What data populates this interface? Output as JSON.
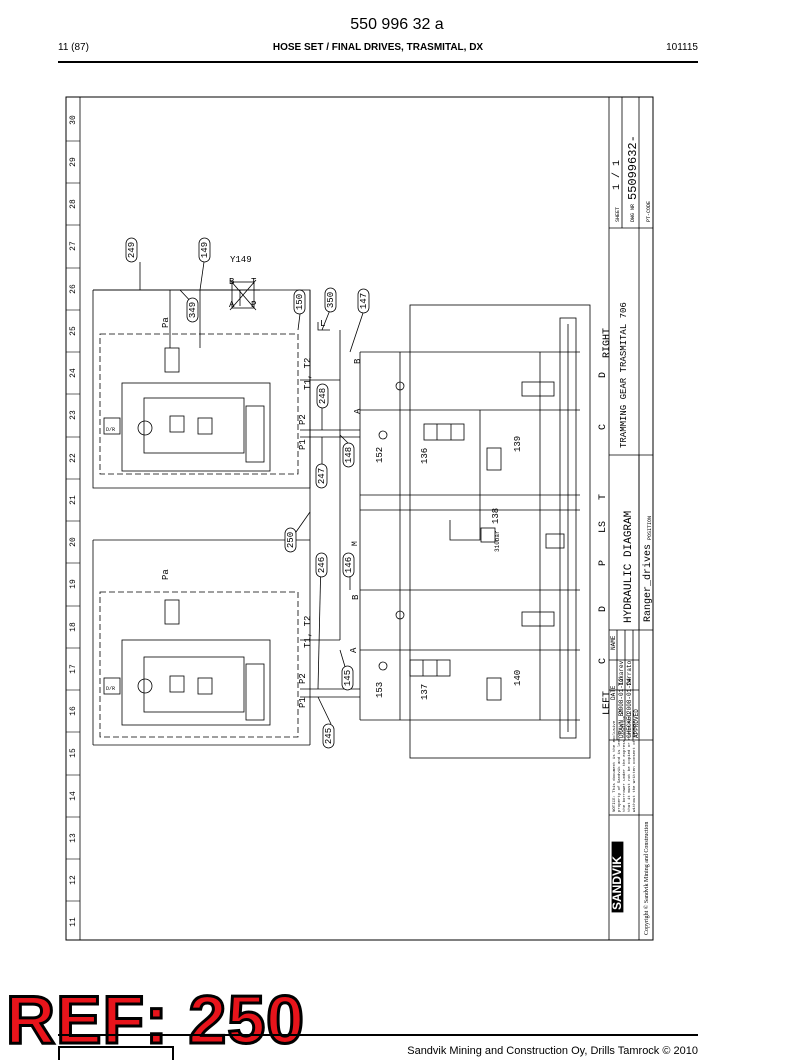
{
  "header": {
    "doc_number": "550 996 32 a",
    "page": "11 (87)",
    "title": "HOSE SET / FINAL DRIVES, TRASMITAL, DX",
    "date_code": "101115"
  },
  "drawing": {
    "grid_numbers": [
      "11",
      "12",
      "13",
      "14",
      "15",
      "16",
      "17",
      "18",
      "19",
      "20",
      "21",
      "22",
      "23",
      "24",
      "25",
      "26",
      "27",
      "28",
      "29",
      "30"
    ],
    "callouts": [
      "249",
      "149",
      "349",
      "150",
      "350",
      "147",
      "248",
      "247",
      "148",
      "250",
      "246",
      "146",
      "145",
      "245"
    ],
    "valve_label": "Y149",
    "port_labels": {
      "b": "B",
      "t": "T",
      "a": "A",
      "p": "P",
      "pa": "Pa",
      "pb": "Pa",
      "t1t2_top": "T1, T2",
      "t1t2_bottom": "T1, T2",
      "p1_top": "P1",
      "p2_top": "P2",
      "p1_bottom": "P1",
      "p2_bottom": "P2",
      "l": "L",
      "m": "M",
      "a_top": "A",
      "b_top": "B",
      "a_bottom": "A",
      "b_bottom": "B",
      "ls": "LS",
      "t_right": "T",
      "p_right": "P",
      "c_top": "C",
      "d_top": "D",
      "c_bottom": "C",
      "d_bottom": "D"
    },
    "component_numbers": [
      "152",
      "136",
      "139",
      "138",
      "153",
      "137",
      "140"
    ],
    "pressure_note": "310bar",
    "side_right": "RIGHT",
    "side_left": "LEFT",
    "motor_tags": [
      "D/R",
      "D/R"
    ]
  },
  "title_block": {
    "project": "TRAMMING GEAR TRASMITAL 706",
    "drawing_type": "HYDRAULIC DIAGRAM",
    "drawing_name": "Ranger_drives",
    "position_label": "POSITION",
    "sheet_label": "SHEET",
    "sheet_value": "1 / 1",
    "dwg_label": "DWG NR",
    "dwg_value": "55099632-",
    "pt_label": "PT-CODE",
    "table_headers": [
      "NAME",
      "DATE"
    ],
    "rows": [
      {
        "role": "DRAWN BY",
        "date": "2008-01-12",
        "name": "Tokarev"
      },
      {
        "role": "CHECKED",
        "date": "2008-01-24",
        "name": "ferrato"
      },
      {
        "role": "APPROVED",
        "date": "",
        "name": ""
      }
    ],
    "notice": [
      "NOTICE: This document is the exclusive",
      "property of Sandvik and is lent to",
      "the borrower under the express condition",
      "that it must not be copied or reproduced",
      "without the written consent of Sandvik"
    ],
    "brand": "SANDVIK",
    "copyright": "Copyright © Sandvik Mining and Construction"
  },
  "ref_banner": "REF: 250",
  "footer": {
    "text": "Sandvik Mining and Construction Oy, Drills Tamrock © 2010"
  }
}
